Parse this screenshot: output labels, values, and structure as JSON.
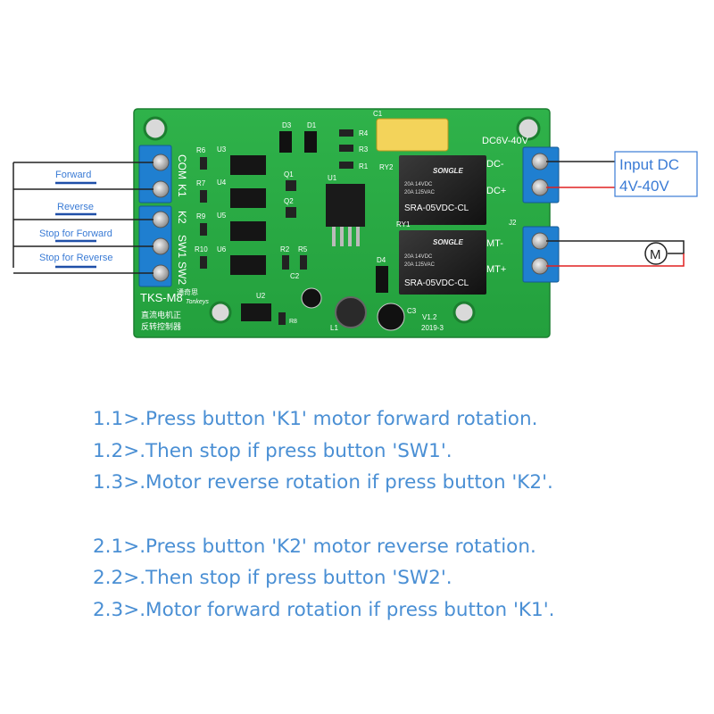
{
  "board": {
    "model": "TKS-M8",
    "brand_cn": "通奇思",
    "brand_en": "Tonkeys",
    "desc_cn_1": "直流电机正",
    "desc_cn_2": "反转控制器",
    "version": "V1.2",
    "date": "2019-3",
    "power_label": "DC6V-40V",
    "relay_part": "SRA-05VDC-CL",
    "relay_brand": "SONGLE",
    "relay_rating_1": "20A 14VDC",
    "relay_rating_2": "20A 125VAC",
    "refs": {
      "d3": "D3",
      "d1": "D1",
      "c1": "C1",
      "r4": "R4",
      "r3": "R3",
      "r1": "R1",
      "ry2": "RY2",
      "ry1": "RY1",
      "u1": "U1",
      "q1": "Q1",
      "q2": "Q2",
      "r2": "R2",
      "r5": "R5",
      "d4": "D4",
      "c2": "C2",
      "c3": "C3",
      "l1": "L1",
      "u2": "U2",
      "r8": "R8",
      "j2": "J2",
      "r6": "R6",
      "r7": "R7",
      "r9": "R9",
      "r10": "R10",
      "u3": "U3",
      "u4": "U4",
      "u5": "U5",
      "u6": "U6"
    },
    "left_terminals": [
      "COM",
      "K1",
      "K2",
      "SW1",
      "SW2"
    ],
    "right_terminals": [
      "DC-",
      "DC+",
      "MT-",
      "MT+"
    ]
  },
  "wiring": {
    "buttons": [
      "Forward",
      "Reverse",
      "Stop for Forward",
      "Stop for Reverse"
    ],
    "input_title": "Input DC",
    "input_range": "4V-40V",
    "motor_symbol": "M",
    "colors": {
      "wire": "#222222",
      "positive": "#e02020",
      "label": "#3a7bd5",
      "button": "#1f4fa8"
    }
  },
  "instructions": {
    "group1": [
      "1.1>.Press button 'K1' motor forward rotation.",
      "1.2>.Then stop if press button 'SW1'.",
      "1.3>.Motor reverse rotation if press button 'K2'."
    ],
    "group2": [
      "2.1>.Press button 'K2' motor reverse rotation.",
      "2.2>.Then stop if press button 'SW2'.",
      "2.3>.Motor forward rotation if press button 'K1'."
    ]
  }
}
